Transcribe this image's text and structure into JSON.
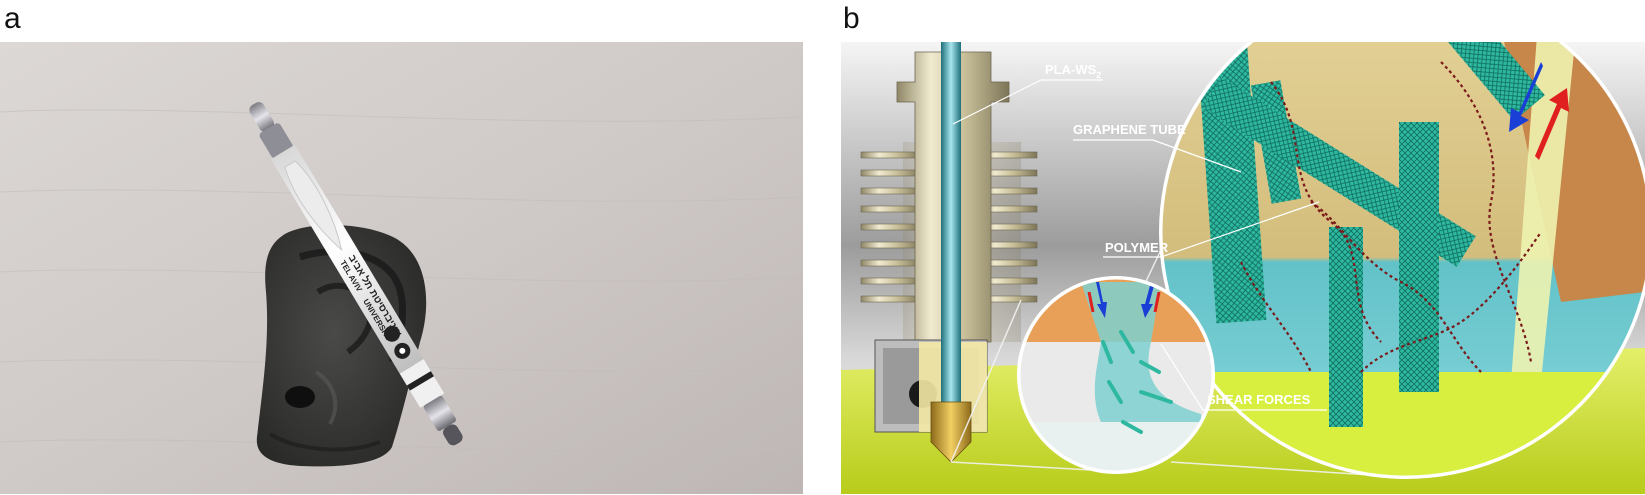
{
  "figure": {
    "panel_a": {
      "letter": "a",
      "pen_text": {
        "line1": "אוניברסיטת תל אביב",
        "line2": "TEL AVIV",
        "line3": "UNIVERSITY"
      }
    },
    "panel_b": {
      "letter": "b",
      "labels": {
        "pla": "PLA-WS",
        "pla_subscript": "2",
        "graphene_tube": "GRAPHENE TUBE",
        "polymer": "POLYMER",
        "shear_forces": "SHEAR FORCES"
      }
    }
  },
  "colors": {
    "graphene": "#2fb8a0",
    "tabletop": "#c8dc2a",
    "flow_down_arrow": "#1a3fd6",
    "flow_up_arrow": "#e01f1f"
  }
}
